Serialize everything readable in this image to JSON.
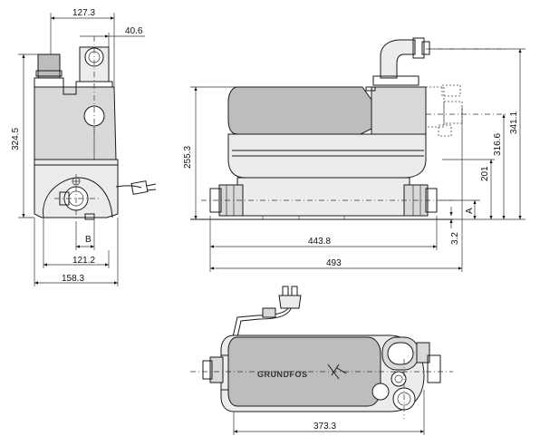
{
  "front_view": {
    "dim_top_width": "127.3",
    "dim_outlet_offset": "40.6",
    "dim_height": "324.5",
    "dim_b_label": "B",
    "dim_base_inner": "121.2",
    "dim_base_outer": "158.3"
  },
  "side_view": {
    "dim_height_inlet": "255.3",
    "dim_length_body": "443.8",
    "dim_length_total": "493",
    "dim_gap": "3.2",
    "dim_a_label": "A",
    "dim_inlet_height": "201",
    "dim_outlet_height": "316.6",
    "dim_total_height": "341.1"
  },
  "top_view": {
    "brand_label": "GRUNDFOS",
    "dim_width": "373.3"
  }
}
